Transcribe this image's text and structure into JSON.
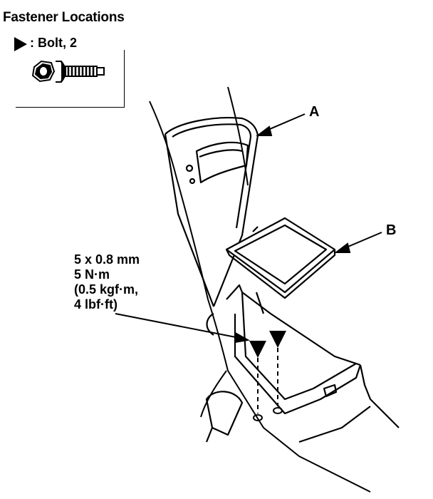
{
  "title": "Fastener Locations",
  "legend": {
    "symbol": "triangle-pointer-icon",
    "text": ": Bolt, 2"
  },
  "spec": {
    "line1": "5 x 0.8 mm",
    "line2": "5 N·m",
    "line3": "(0.5 kgf·m,",
    "line4": "4 lbf·ft)"
  },
  "labels": {
    "a": "A",
    "b": "B"
  }
}
